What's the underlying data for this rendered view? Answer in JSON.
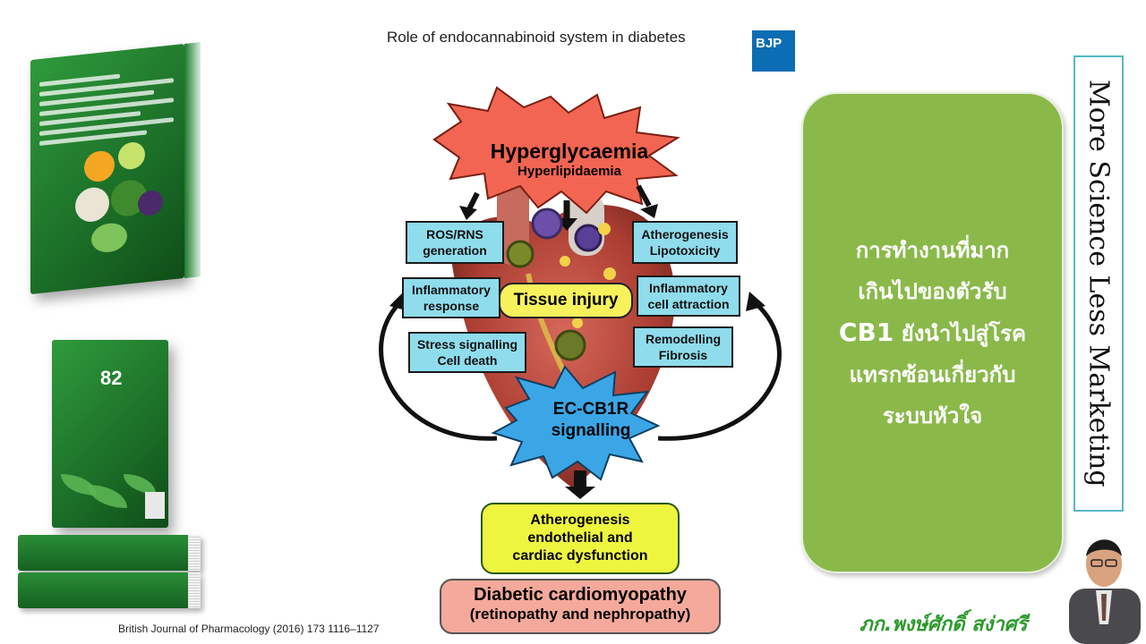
{
  "header": {
    "title": "Role of endocannabinoid system in diabetes",
    "journal_logo": "BJP"
  },
  "diagram": {
    "burst_top": {
      "line1": "Hyperglycaemia",
      "line2": "Hyperlipidaemia"
    },
    "boxes": {
      "ros": "ROS/RNS\ngeneration",
      "athero": "Atherogenesis\nLipotoxicity",
      "inflam_resp": "Inflammatory\nresponse",
      "inflam_attr": "Inflammatory\ncell attraction",
      "stress": "Stress signalling\nCell death",
      "remodel": "Remodelling\nFibrosis"
    },
    "tissue_injury": "Tissue injury",
    "burst_mid": {
      "line1": "EC-CB1R",
      "line2": "signalling"
    },
    "outcome": "Atherogenesis\nendothelial and\ncardiac dysfunction",
    "final": {
      "line1": "Diabetic cardiomyopathy",
      "line2": "(retinopathy and nephropathy)"
    }
  },
  "panel": {
    "line1": "การทำงานที่มาก",
    "line2": "เกินไปของตัวรับ",
    "line3_bold": "CB1",
    "line3_rest": " ยังนำไปสู่โรค",
    "line4": "แทรกซ้อนเกี่ยวกับ",
    "line5": "ระบบหัวใจ"
  },
  "side_label": "More Science Less Marketing",
  "citation": "British Journal of Pharmacology (2016) 173 1116–1127",
  "author": "ภก.พงษ์ศักดิ์ สง่าศรี",
  "book": {
    "number": "82"
  },
  "colors": {
    "panel_green": "#8ab94a",
    "box_cyan": "#8fdcec",
    "burst_red": "#f26552",
    "burst_blue": "#3aa6e6",
    "author_green": "#2c9a2c"
  }
}
